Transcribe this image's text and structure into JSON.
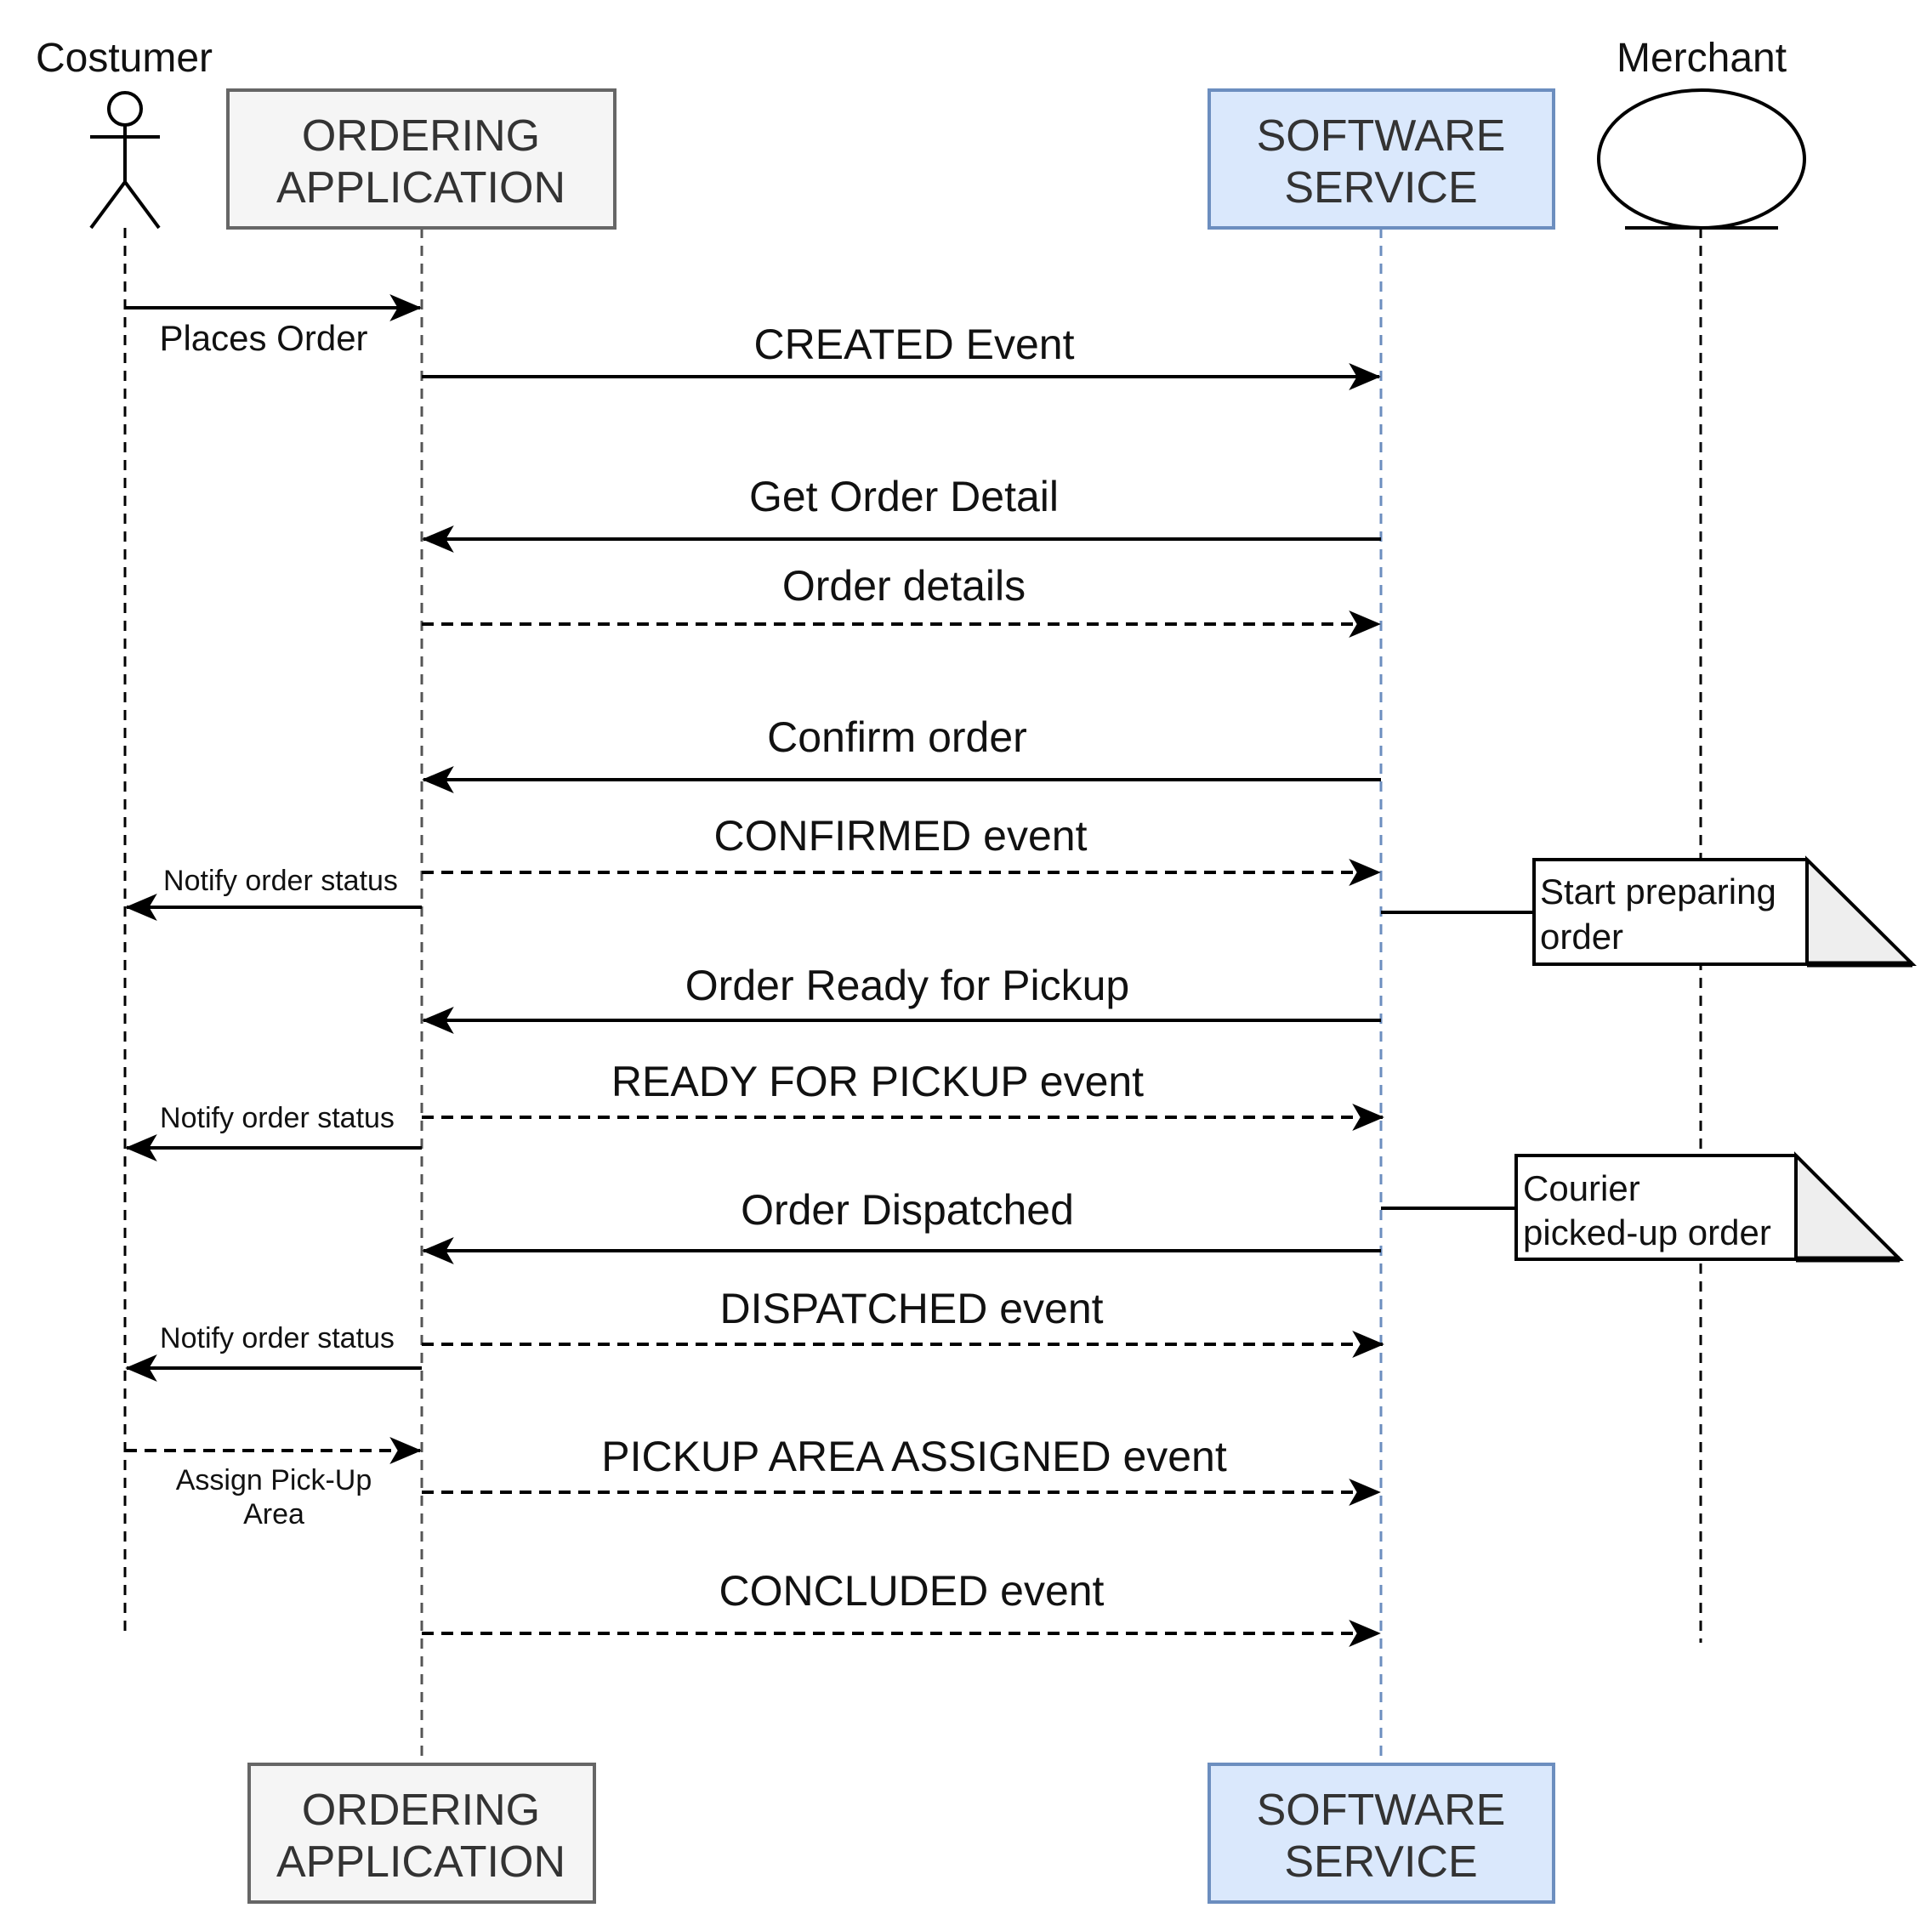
{
  "actors": {
    "customer": {
      "label": "Costumer"
    },
    "merchant": {
      "label": "Merchant"
    }
  },
  "participants": {
    "ordering_app": {
      "line1": "ORDERING",
      "line2": "APPLICATION"
    },
    "software_service": {
      "line1": "SOFTWARE",
      "line2": "SERVICE"
    }
  },
  "colors": {
    "ordering_box_fill": "#f5f5f5",
    "ordering_box_stroke": "#666666",
    "service_box_fill": "#dae8fc",
    "service_box_stroke": "#6c8ebf",
    "note_fold_fill": "#eeeeee",
    "line": "#000000"
  },
  "messages": [
    {
      "id": "places-order",
      "label": "Places Order",
      "style": "solid"
    },
    {
      "id": "created-event",
      "label": "CREATED Event",
      "style": "solid"
    },
    {
      "id": "get-order-detail",
      "label": "Get Order Detail",
      "style": "solid"
    },
    {
      "id": "order-details",
      "label": "Order details",
      "style": "dashed"
    },
    {
      "id": "confirm-order",
      "label": "Confirm order",
      "style": "solid"
    },
    {
      "id": "confirmed-event",
      "label": "CONFIRMED event",
      "style": "dashed"
    },
    {
      "id": "notify-1",
      "label": "Notify order status",
      "style": "solid"
    },
    {
      "id": "order-ready",
      "label": "Order Ready for Pickup",
      "style": "solid"
    },
    {
      "id": "ready-event",
      "label": "READY FOR PICKUP event",
      "style": "dashed"
    },
    {
      "id": "notify-2",
      "label": "Notify order status",
      "style": "solid"
    },
    {
      "id": "order-dispatched",
      "label": "Order Dispatched",
      "style": "solid"
    },
    {
      "id": "dispatched-event",
      "label": "DISPATCHED event",
      "style": "dashed"
    },
    {
      "id": "notify-3",
      "label": "Notify order status",
      "style": "solid"
    },
    {
      "id": "assign-pickup",
      "label_line1": "Assign Pick-Up",
      "label_line2": "Area",
      "style": "dashed"
    },
    {
      "id": "pickup-area-event",
      "label": "PICKUP AREA ASSIGNED event",
      "style": "dashed"
    },
    {
      "id": "concluded-event",
      "label": "CONCLUDED event",
      "style": "dashed"
    }
  ],
  "notes": [
    {
      "id": "start-preparing",
      "line1": "Start preparing",
      "line2": "order"
    },
    {
      "id": "courier-picked",
      "line1": "Courier",
      "line2": "picked-up order"
    }
  ]
}
